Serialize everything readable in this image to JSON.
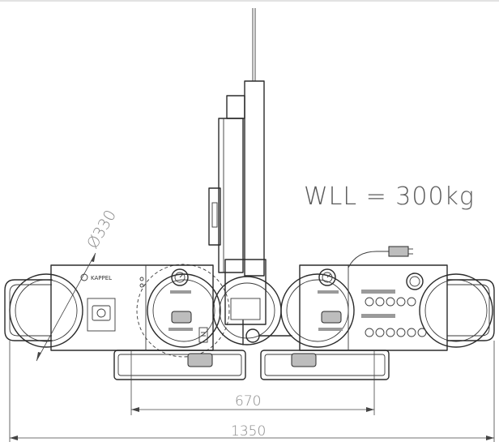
{
  "labels": {
    "wll": "WLL = 300kg",
    "diameter": "Ø330",
    "inner_width": "670",
    "total_width": "1350",
    "brand": "KAPPEL"
  }
}
